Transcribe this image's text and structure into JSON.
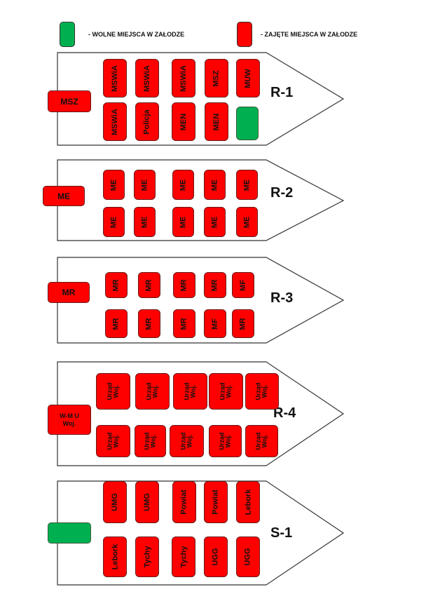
{
  "colors": {
    "free": "#00b050",
    "taken": "#ff0000"
  },
  "legend": {
    "free_label": "- WOLNE MIEJSCA W ZAŁODZE",
    "taken_label": "- ZAJĘTE MIEJSCA W ZAŁODZE"
  },
  "boats": [
    {
      "name": "R-1",
      "side": {
        "label": "MSZ",
        "free": false
      },
      "top_row": [
        "MSWiA",
        "MSWiA",
        "MSWiA",
        "MSZ",
        "MUW"
      ],
      "bottom_row": [
        "MSWiA",
        "Policja",
        "MEN",
        "MEN",
        ""
      ],
      "bottom_free": [
        false,
        false,
        false,
        false,
        true
      ]
    },
    {
      "name": "R-2",
      "side": {
        "label": "ME",
        "free": false
      },
      "top_row": [
        "ME",
        "ME",
        "ME",
        "ME",
        "ME"
      ],
      "bottom_row": [
        "ME",
        "ME",
        "ME",
        "ME",
        "ME"
      ]
    },
    {
      "name": "R-3",
      "side": {
        "label": "MR",
        "free": false
      },
      "top_row": [
        "MR",
        "MR",
        "MR",
        "MR",
        "MF"
      ],
      "bottom_row": [
        "MR",
        "MR",
        "MR",
        "MF",
        "MR"
      ]
    },
    {
      "name": "R-4",
      "side": {
        "label": "W-M U\nWoj.",
        "free": false
      },
      "top_row": [
        "Urząd\nWoj.",
        "Urząd\nWoj.",
        "Urząd\nWoj.",
        "Urząd\nWoj.",
        "Urząd\nWoj."
      ],
      "bottom_row": [
        "Urząd\nWoj.",
        "Urząd\nWoj.",
        "Urząd\nWoj.",
        "Urząd\nWoj.",
        "Urząd\nWoj."
      ]
    },
    {
      "name": "S-1",
      "side": {
        "label": "",
        "free": true
      },
      "top_row": [
        "UMG",
        "UMG",
        "Powiat",
        "Powiat",
        "Lebork"
      ],
      "bottom_row": [
        "Lebork",
        "Tychy",
        "Tychy",
        "UGG",
        "UGG"
      ]
    }
  ]
}
